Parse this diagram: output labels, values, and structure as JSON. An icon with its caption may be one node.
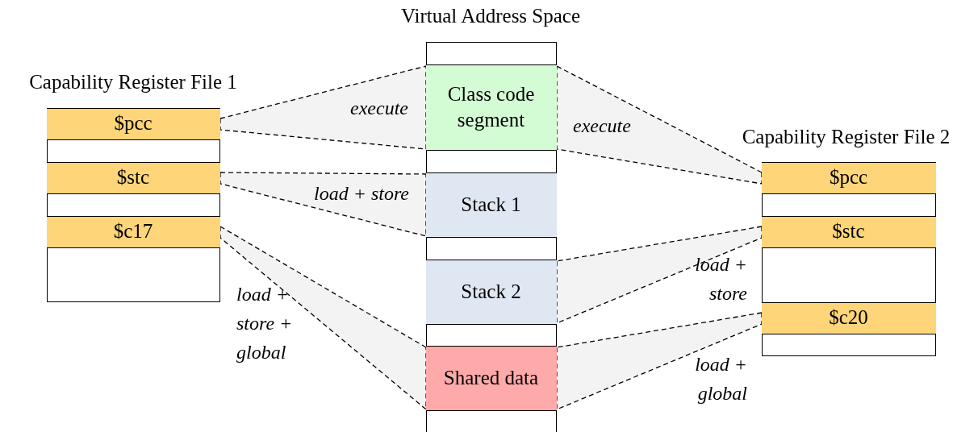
{
  "diagram": {
    "nodes": [
      {
        "text": [
          "Capability Register File 1"
        ]
      },
      {
        "text": [
          "$pcc"
        ],
        "in": 0
      },
      {
        "text": [
          "$stc"
        ],
        "in": 0
      },
      {
        "text": [
          "$c17"
        ],
        "in": 0
      },
      {
        "text": [
          "Virtual Address Space"
        ]
      },
      {
        "text": [
          "Class code segment"
        ],
        "in": 4
      },
      {
        "text": [
          "Stack 1"
        ],
        "in": 4
      },
      {
        "text": [
          "Stack 2"
        ],
        "in": 4
      },
      {
        "text": [
          "Shared data"
        ],
        "in": 4
      },
      {
        "text": [
          "Capability Register File 2"
        ]
      },
      {
        "text": [
          "$pcc"
        ],
        "in": 9
      },
      {
        "text": [
          "$stc"
        ],
        "in": 9
      },
      {
        "text": [
          "$c20"
        ],
        "in": 9
      }
    ],
    "edges": [
      {
        "from": 1,
        "to": 5,
        "arrow": "none",
        "style": "dashed",
        "label": "execute"
      },
      {
        "from": 2,
        "to": 6,
        "arrow": "none",
        "style": "dashed",
        "label": "load + store"
      },
      {
        "from": 3,
        "to": 8,
        "arrow": "none",
        "style": "dashed",
        "label": "load + store + global"
      },
      {
        "from": 10,
        "to": 5,
        "arrow": "none",
        "style": "dashed",
        "label": "execute"
      },
      {
        "from": 11,
        "to": 7,
        "arrow": "none",
        "style": "dashed",
        "label": "load + store"
      },
      {
        "from": 12,
        "to": 8,
        "arrow": "none",
        "style": "dashed",
        "label": "load + global"
      }
    ]
  }
}
